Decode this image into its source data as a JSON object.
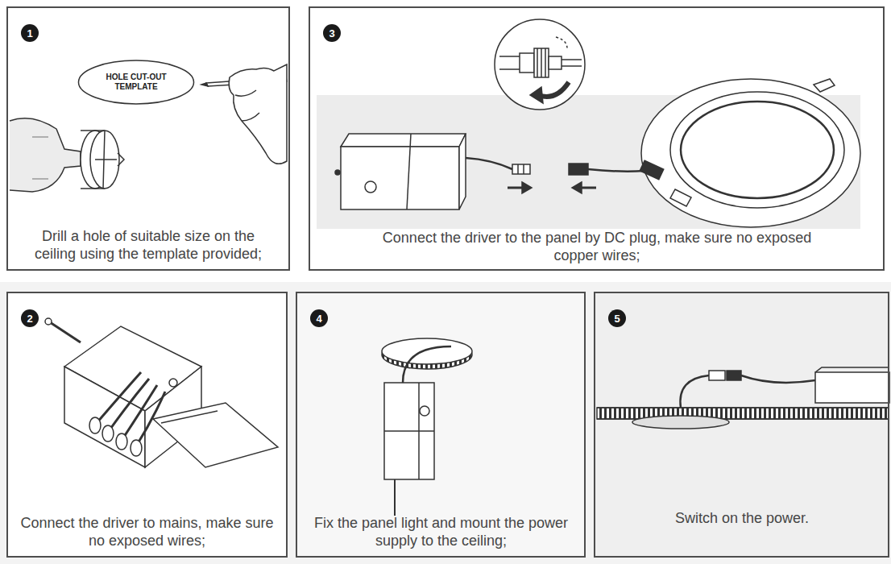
{
  "diagram": {
    "nodes": [
      {
        "text": [
          "Drill a hole of suitable size on the ceiling using the template provided;"
        ]
      },
      {
        "text": [
          "1"
        ],
        "in": 0
      },
      {
        "text": [
          "HOLE CUT-OUT TEMPLATE"
        ],
        "in": 0
      },
      {
        "text": [
          "Connect the driver to the panel by DC plug, make sure no exposed copper wires;"
        ]
      },
      {
        "text": [
          "3"
        ],
        "in": 3
      },
      {
        "text": [
          "Connect the driver to mains, make sure no exposed wires;"
        ]
      },
      {
        "text": [
          "2"
        ],
        "in": 5
      },
      {
        "text": [
          "Fix the panel light and mount the power supply to the ceiling;"
        ]
      },
      {
        "text": [
          "4"
        ],
        "in": 7
      },
      {
        "text": [
          "Switch on the power."
        ]
      },
      {
        "text": [
          "5"
        ],
        "in": 9
      }
    ]
  }
}
